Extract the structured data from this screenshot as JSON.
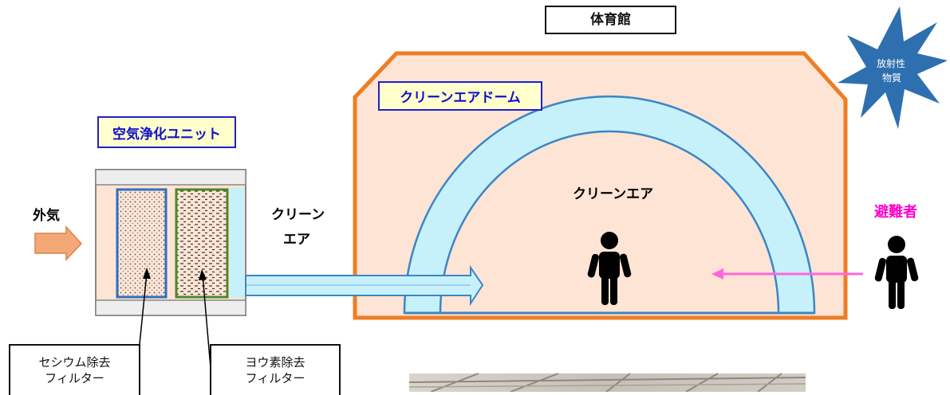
{
  "labels": {
    "gym": "体育館",
    "clean_air_dome": "クリーンエアドーム",
    "air_purifier_unit": "空気浄化ユニット",
    "outside_air": "外気",
    "clean_air_pipe_line1": "クリーン",
    "clean_air_pipe_line2": "エア",
    "clean_air_inside": "クリーンエア",
    "evacuee": "避難者",
    "radioactive_line1": "放射性",
    "radioactive_line2": "物質",
    "cesium_filter_line1": "セシウム除去",
    "cesium_filter_line2": "フィルター",
    "iodine_filter_line1": "ヨウ素除去",
    "iodine_filter_line2": "フィルター"
  },
  "colors": {
    "gym_fill": "#fde4d4",
    "gym_border": "#ef7d24",
    "dome_fill": "#c7f1fa",
    "dome_border": "#3b86c6",
    "outside_arrow": "#f4a878",
    "radioactive_star": "#2e6fb0",
    "evacuee_text": "#ff00cc",
    "evacuee_arrow": "#ff66dd",
    "cesium_filter_border": "#2e6fbe",
    "iodine_filter_border": "#4a8a2a"
  }
}
